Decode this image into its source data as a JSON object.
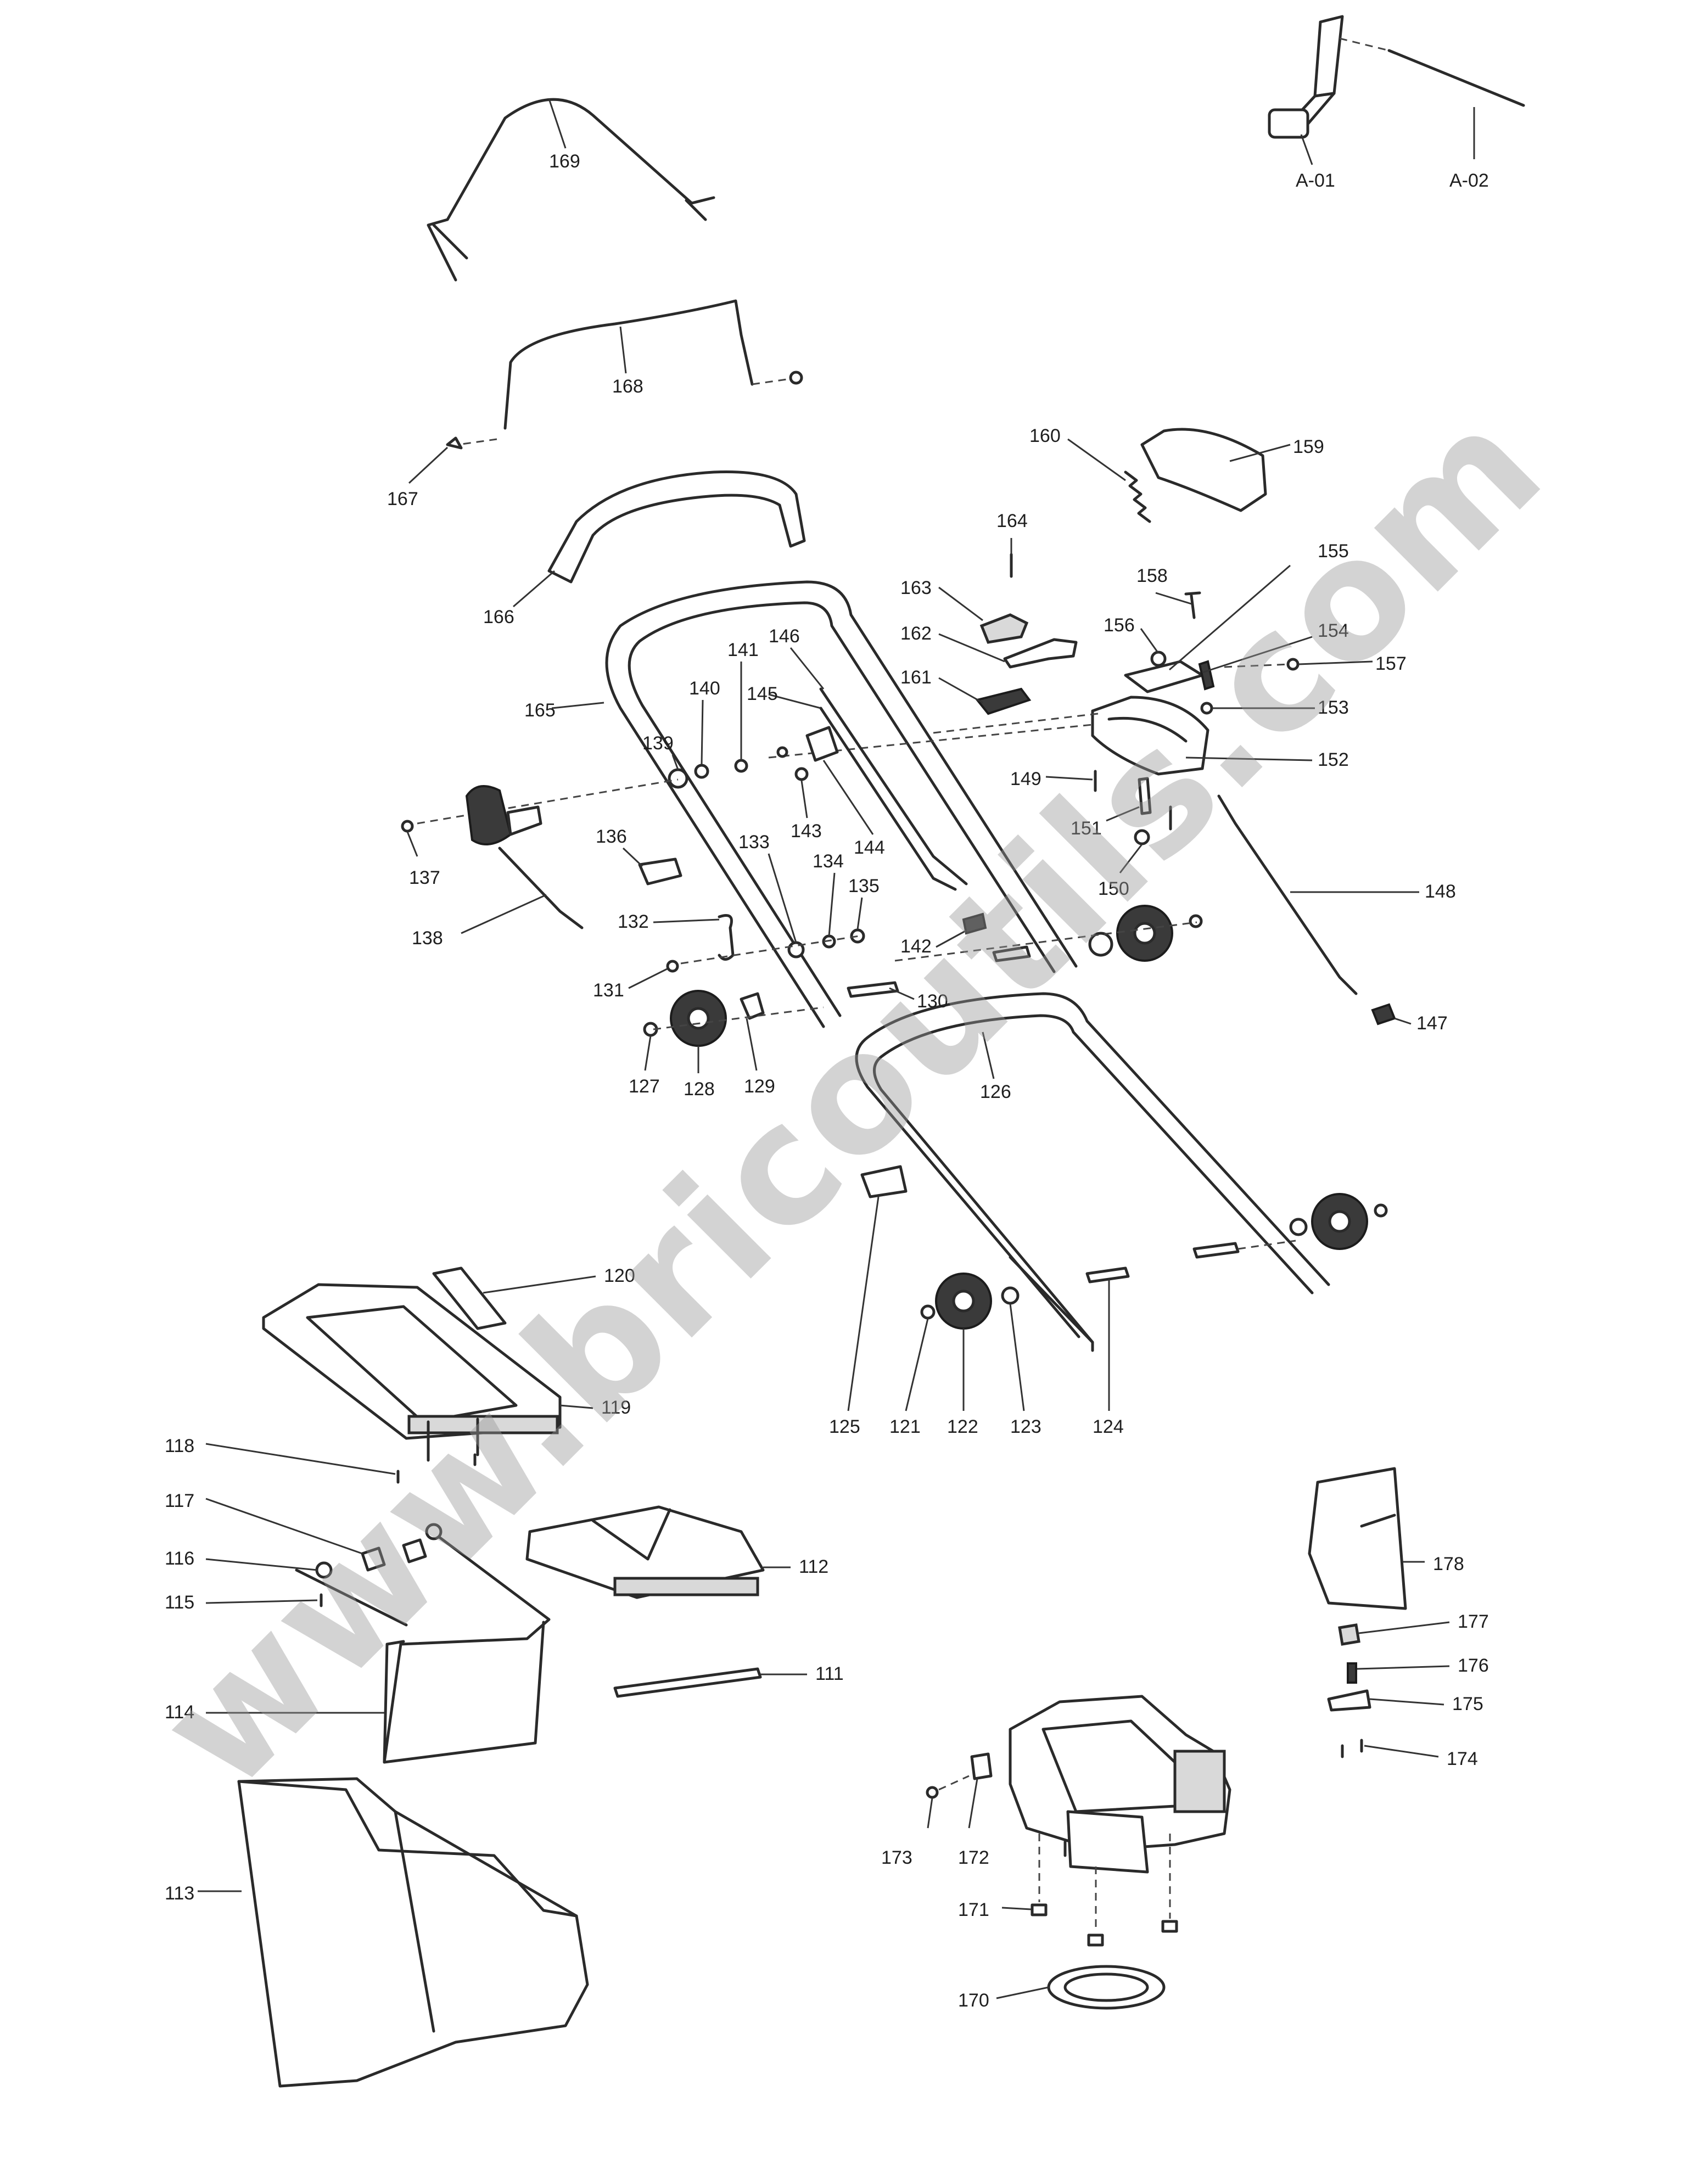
{
  "watermark": "www.bricoutils.com",
  "callouts": [
    {
      "id": "A-01",
      "label": "A-01"
    },
    {
      "id": "A-02",
      "label": "A-02"
    },
    {
      "id": "169",
      "label": "169"
    },
    {
      "id": "168",
      "label": "168"
    },
    {
      "id": "167",
      "label": "167"
    },
    {
      "id": "166",
      "label": "166"
    },
    {
      "id": "165",
      "label": "165"
    },
    {
      "id": "164",
      "label": "164"
    },
    {
      "id": "163",
      "label": "163"
    },
    {
      "id": "162",
      "label": "162"
    },
    {
      "id": "161",
      "label": "161"
    },
    {
      "id": "160",
      "label": "160"
    },
    {
      "id": "159",
      "label": "159"
    },
    {
      "id": "158",
      "label": "158"
    },
    {
      "id": "157",
      "label": "157"
    },
    {
      "id": "156",
      "label": "156"
    },
    {
      "id": "155",
      "label": "155"
    },
    {
      "id": "154",
      "label": "154"
    },
    {
      "id": "153",
      "label": "153"
    },
    {
      "id": "152",
      "label": "152"
    },
    {
      "id": "151",
      "label": "151"
    },
    {
      "id": "150",
      "label": "150"
    },
    {
      "id": "149",
      "label": "149"
    },
    {
      "id": "148",
      "label": "148"
    },
    {
      "id": "147",
      "label": "147"
    },
    {
      "id": "146",
      "label": "146"
    },
    {
      "id": "145",
      "label": "145"
    },
    {
      "id": "144",
      "label": "144"
    },
    {
      "id": "143",
      "label": "143"
    },
    {
      "id": "142",
      "label": "142"
    },
    {
      "id": "141",
      "label": "141"
    },
    {
      "id": "140",
      "label": "140"
    },
    {
      "id": "139",
      "label": "139"
    },
    {
      "id": "138",
      "label": "138"
    },
    {
      "id": "137",
      "label": "137"
    },
    {
      "id": "136",
      "label": "136"
    },
    {
      "id": "135",
      "label": "135"
    },
    {
      "id": "134",
      "label": "134"
    },
    {
      "id": "133",
      "label": "133"
    },
    {
      "id": "132",
      "label": "132"
    },
    {
      "id": "131",
      "label": "131"
    },
    {
      "id": "130",
      "label": "130"
    },
    {
      "id": "129",
      "label": "129"
    },
    {
      "id": "128",
      "label": "128"
    },
    {
      "id": "127",
      "label": "127"
    },
    {
      "id": "126",
      "label": "126"
    },
    {
      "id": "125",
      "label": "125"
    },
    {
      "id": "124",
      "label": "124"
    },
    {
      "id": "123",
      "label": "123"
    },
    {
      "id": "122",
      "label": "122"
    },
    {
      "id": "121",
      "label": "121"
    },
    {
      "id": "120",
      "label": "120"
    },
    {
      "id": "119",
      "label": "119"
    },
    {
      "id": "118",
      "label": "118"
    },
    {
      "id": "117",
      "label": "117"
    },
    {
      "id": "116",
      "label": "116"
    },
    {
      "id": "115",
      "label": "115"
    },
    {
      "id": "114",
      "label": "114"
    },
    {
      "id": "113",
      "label": "113"
    },
    {
      "id": "112",
      "label": "112"
    },
    {
      "id": "111",
      "label": "111"
    },
    {
      "id": "178",
      "label": "178"
    },
    {
      "id": "177",
      "label": "177"
    },
    {
      "id": "176",
      "label": "176"
    },
    {
      "id": "175",
      "label": "175"
    },
    {
      "id": "174",
      "label": "174"
    },
    {
      "id": "173",
      "label": "173"
    },
    {
      "id": "172",
      "label": "172"
    },
    {
      "id": "171",
      "label": "171"
    },
    {
      "id": "170",
      "label": "170"
    }
  ]
}
